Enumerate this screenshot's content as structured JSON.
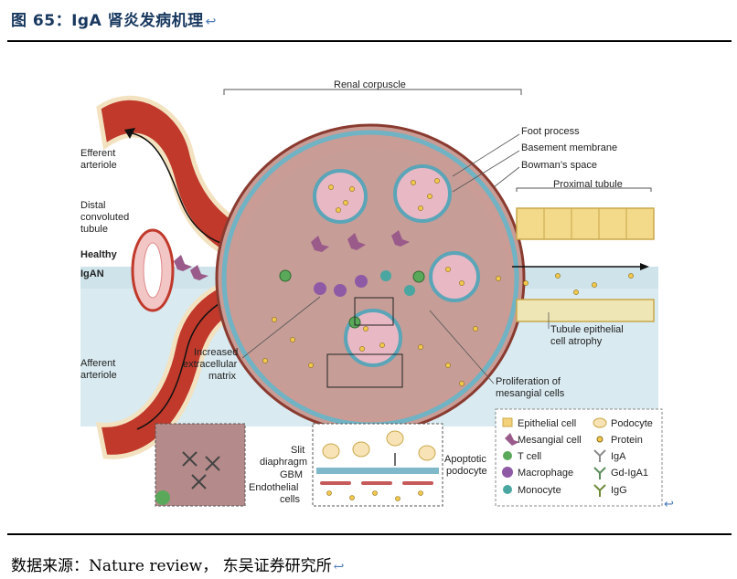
{
  "title": "图 65：IgA 肾炎发病机理",
  "return_mark": "↩",
  "source": "数据来源：Nature review， 东吴证券研究所",
  "diagram": {
    "labels": {
      "renal_corpuscle": "Renal corpuscle",
      "foot_process": "Foot process",
      "basement_membrane": "Basement membrane",
      "bowmans_space": "Bowman’s space",
      "proximal_tubule": "Proximal tubule",
      "efferent_1": "Efferent",
      "efferent_2": "arteriole",
      "distal_1": "Distal",
      "distal_2": "convoluted",
      "distal_3": "tubule",
      "healthy": "Healthy",
      "igan": "IgAN",
      "afferent_1": "Afferent",
      "afferent_2": "arteriole",
      "ecm_1": "Increased",
      "ecm_2": "extracellular",
      "ecm_3": "matrix",
      "tubule_atrophy_1": "Tubule epithelial",
      "tubule_atrophy_2": "cell atrophy",
      "prolif_1": "Proliferation of",
      "prolif_2": "mesangial cells",
      "slit_1": "Slit",
      "slit_2": "diaphragm",
      "gbm": "GBM",
      "endo_1": "Endothelial",
      "endo_2": "cells",
      "apop_1": "Apoptotic",
      "apop_2": "podocyte"
    },
    "legend": [
      {
        "label": "Epithelial cell",
        "icon": "epithelial-cell-icon",
        "color": "#f5d27a"
      },
      {
        "label": "Podocyte",
        "icon": "podocyte-icon",
        "color": "#f7e3b5"
      },
      {
        "label": "Mesangial cell",
        "icon": "mesangial-cell-icon",
        "color": "#9a5a8a"
      },
      {
        "label": "Protein",
        "icon": "protein-icon",
        "color": "#f2c94c"
      },
      {
        "label": "T cell",
        "icon": "t-cell-icon",
        "color": "#5aa85a"
      },
      {
        "label": "IgA",
        "icon": "iga-icon",
        "color": "#8a8a8a"
      },
      {
        "label": "Macrophage",
        "icon": "macrophage-icon",
        "color": "#8e5aa6"
      },
      {
        "label": "Gd-IgA1",
        "icon": "gd-iga1-icon",
        "color": "#5b8c5b"
      },
      {
        "label": "Monocyte",
        "icon": "monocyte-icon",
        "color": "#4aa6a0"
      },
      {
        "label": "IgG",
        "icon": "igg-icon",
        "color": "#6e8a3a"
      }
    ],
    "colors": {
      "artery": "#c0392b",
      "bowman_wall": "#b54a3c",
      "capsule_fill": "#caa09a",
      "igan_band": "#d7e9ef",
      "glomerulus": "#e8b8c4",
      "tubule": "#f3d98a"
    }
  }
}
